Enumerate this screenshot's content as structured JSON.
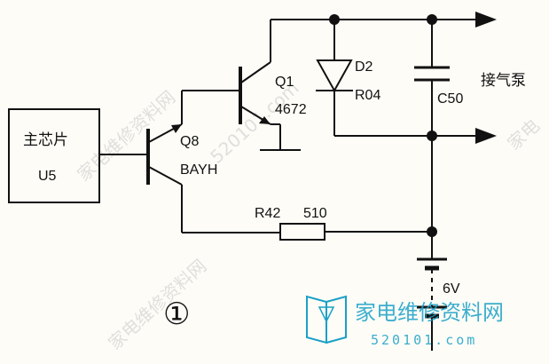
{
  "diagram": {
    "chip_label": "主芯片",
    "chip_ref": "U5",
    "q8_ref": "Q8",
    "q8_part": "BAYH",
    "q1_ref": "Q1",
    "q1_part": "4672",
    "d2_ref": "D2",
    "d2_part": "R04",
    "c50_ref": "C50",
    "r42_ref": "R42",
    "r42_value": "510",
    "battery_value": "6V",
    "pump_label": "接气泵",
    "figure_number": "①"
  },
  "watermark": {
    "diag_text": "家电维修资料网",
    "diag_url": "520101.com",
    "logo_text": "家电维修资料网",
    "logo_url": "520101.com",
    "right_text": "家电",
    "colors": {
      "logo": "#1aa0c6",
      "ink": "#111111"
    }
  }
}
